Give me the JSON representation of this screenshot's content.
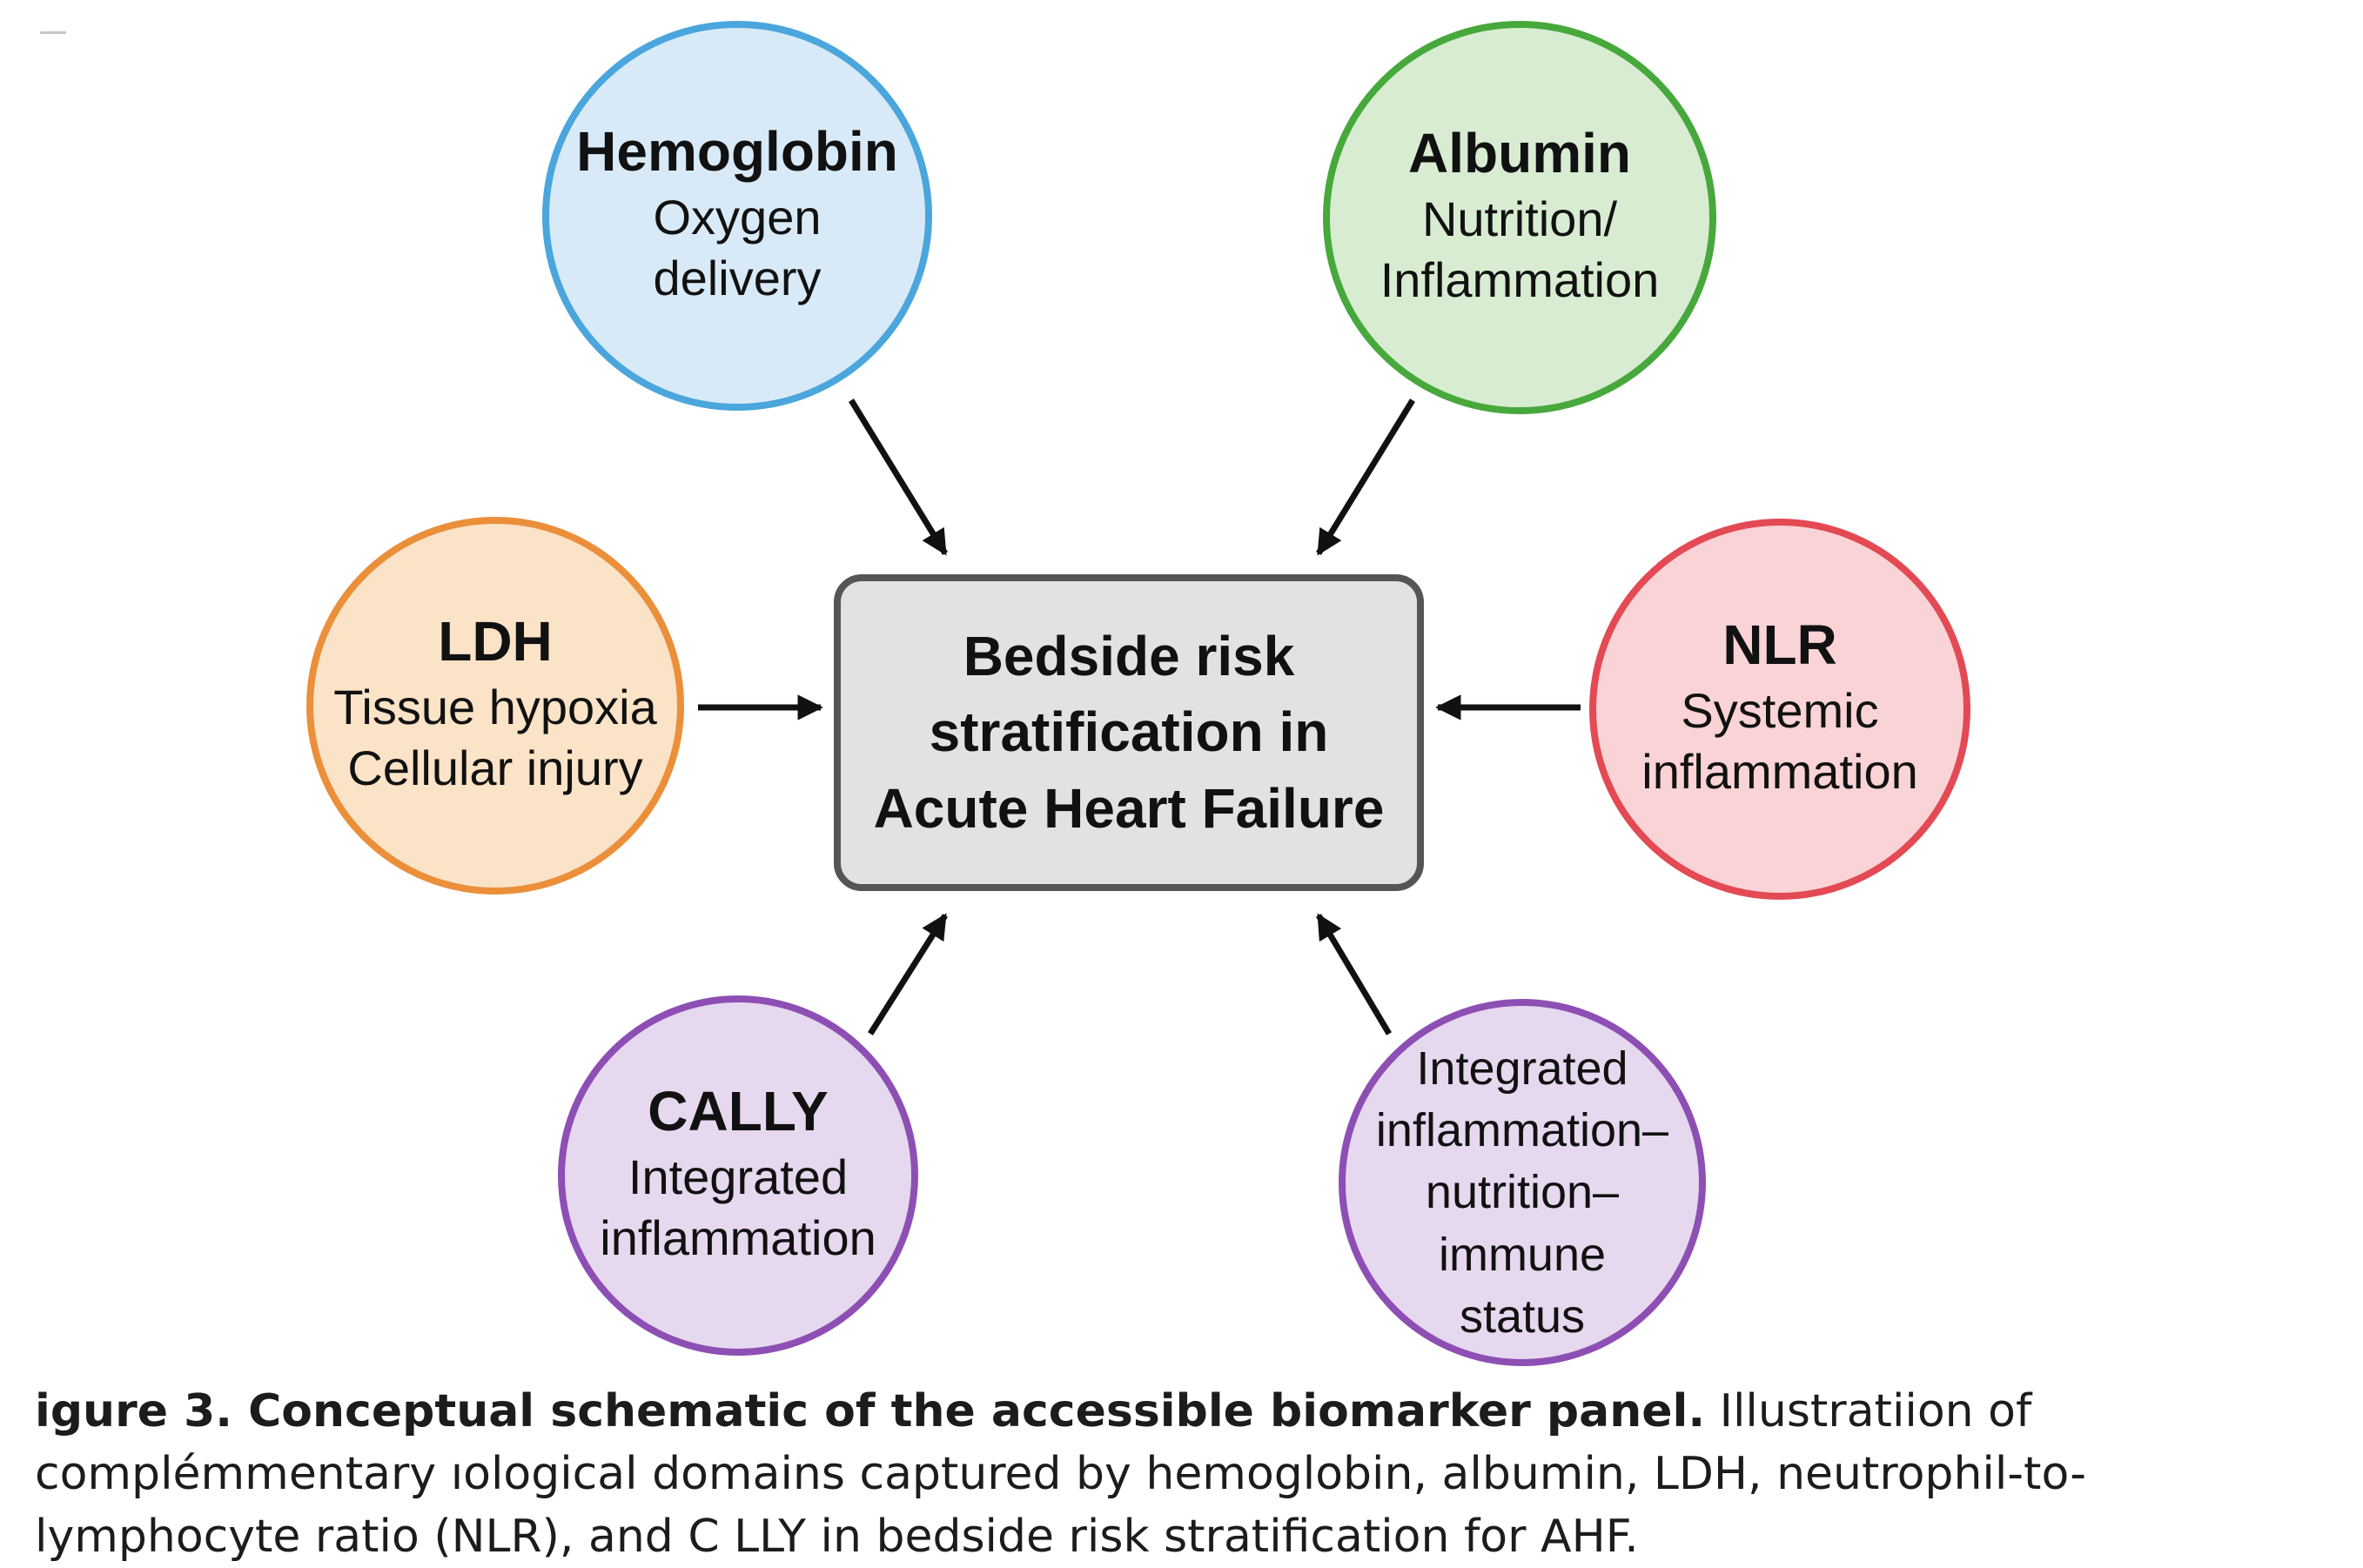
{
  "diagram": {
    "center": {
      "text": "Bedside risk\nstratification in\nAcute Heart Failure"
    },
    "nodes": [
      {
        "id": "hemoglobin",
        "name": "Hemoglobin",
        "description": "Oxygen\ndelivery",
        "border_color": "#4aa6dc",
        "fill_color": "#d8eaf7"
      },
      {
        "id": "albumin",
        "name": "Albumin",
        "description": "Nutrition/\nInflammation",
        "border_color": "#47a83c",
        "fill_color": "#d8ecd2"
      },
      {
        "id": "ldh",
        "name": "LDH",
        "description": "Tissue hypoxia\nCellular injury",
        "border_color": "#eb8f3a",
        "fill_color": "#fbe3c8"
      },
      {
        "id": "nlr",
        "name": "NLR",
        "description": "Systemic\ninflammation",
        "border_color": "#e34a54",
        "fill_color": "#f9d3d6"
      },
      {
        "id": "cally",
        "name": "CALLY",
        "description": "Integrated\ninflammation",
        "border_color": "#8d4fb4",
        "fill_color": "#e6d8ee"
      },
      {
        "id": "integrated",
        "name": "",
        "description": "Integrated\ninflammation–\nnutrition–\nimmune\nstatus",
        "border_color": "#8d4fb4",
        "fill_color": "#e6d8ee"
      }
    ],
    "edges": [
      {
        "from": "hemoglobin",
        "to": "center"
      },
      {
        "from": "albumin",
        "to": "center"
      },
      {
        "from": "ldh",
        "to": "center"
      },
      {
        "from": "nlr",
        "to": "center"
      },
      {
        "from": "cally",
        "to": "center"
      },
      {
        "from": "integrated",
        "to": "center"
      }
    ]
  },
  "caption": {
    "label": "igure 3. Conceptual schematic of the accessible biomarker panel.",
    "text": "Illustratiion of complémmentary ıological domains captured by hemoglobin, albumin, LDH, neutrophil-to-lymphocyte ratio (NLR), and C LLY in bedside risk stratification for AHF."
  }
}
